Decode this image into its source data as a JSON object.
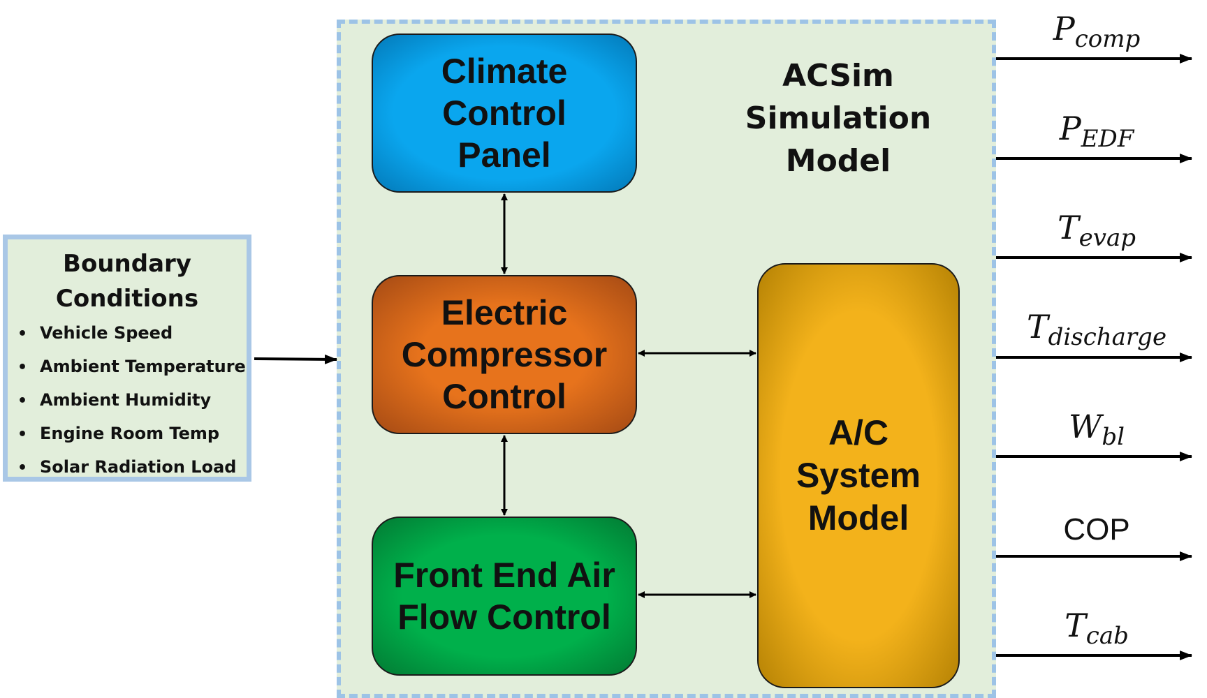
{
  "boundary_conditions": {
    "title_line1": "Boundary",
    "title_line2": "Conditions",
    "items": [
      "Vehicle Speed",
      "Ambient Temperature",
      "Ambient Humidity",
      "Engine Room Temp",
      "Solar Radiation Load"
    ],
    "bullet": "•"
  },
  "simulation": {
    "title_line1": "ACSim",
    "title_line2": "Simulation",
    "title_line3": "Model"
  },
  "blocks": {
    "climate": {
      "line1": "Climate",
      "line2": "Control",
      "line3": "Panel",
      "color": "#0a9ae0"
    },
    "compressor": {
      "line1": "Electric",
      "line2": "Compressor",
      "line3": "Control",
      "color": "#d9661a"
    },
    "frontend": {
      "line1": "Front End Air",
      "line2": "Flow Control",
      "color": "#019a43"
    },
    "ac_system": {
      "line1": "A/C",
      "line2": "System",
      "line3": "Model",
      "color": "#e6a80c"
    }
  },
  "outputs": [
    {
      "symbol": "P",
      "subscript": "comp"
    },
    {
      "symbol": "P",
      "subscript": "EDF"
    },
    {
      "symbol": "T",
      "subscript": "evap"
    },
    {
      "symbol": "T",
      "subscript": "discharge"
    },
    {
      "symbol": "W",
      "subscript": "bl"
    },
    {
      "symbol": "COP",
      "subscript": ""
    },
    {
      "symbol": "T",
      "subscript": "cab"
    }
  ],
  "colors": {
    "panel_fill": "#e2eedb",
    "panel_border": "#9dc3e6",
    "arrow": "#000000"
  }
}
